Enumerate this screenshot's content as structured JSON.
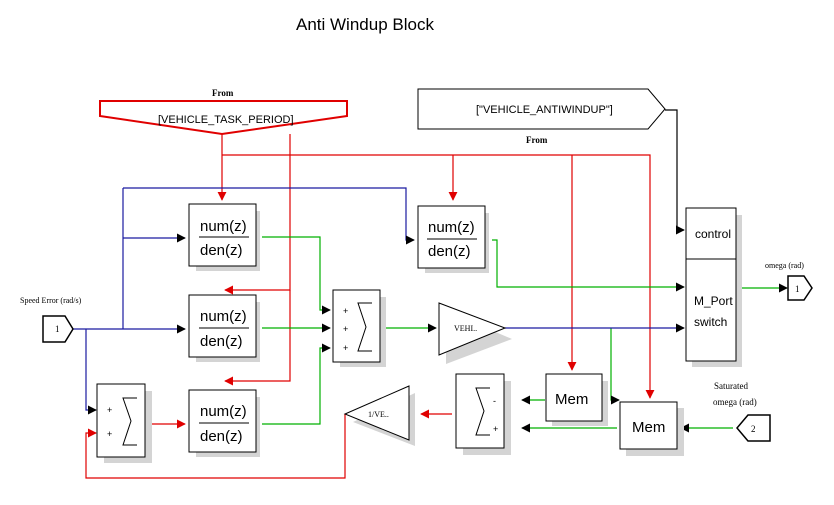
{
  "diagram": {
    "title": "Anti Windup Block",
    "from_goto_1": {
      "tag": "[VEHICLE_TASK_PERIOD]",
      "label": "From"
    },
    "from_goto_2": {
      "tag": "[\"VEHICLE_ANTIWINDUP\"]",
      "label": "From"
    },
    "tf_num": "num(z)",
    "tf_den": "den(z)",
    "sum_plus": "+",
    "sum_minus": "-",
    "gain_1": "VEHI..",
    "gain_2": "1/VE..",
    "mem": "Mem",
    "switch": {
      "control": "control",
      "line1": "M_Port",
      "line2": "switch"
    },
    "inport_1": {
      "num": "1",
      "label": "Speed Error (rad/s)"
    },
    "inport_2": {
      "num": "2",
      "label_line1": "Saturated",
      "label_line2": "omega (rad)"
    },
    "outport_1": {
      "num": "1",
      "label": "omega (rad)"
    },
    "colors": {
      "red": "#e00000",
      "blue": "#1a1aa0",
      "green": "#00b000",
      "shadow": "#d4d4d4",
      "border": "#000000"
    }
  }
}
